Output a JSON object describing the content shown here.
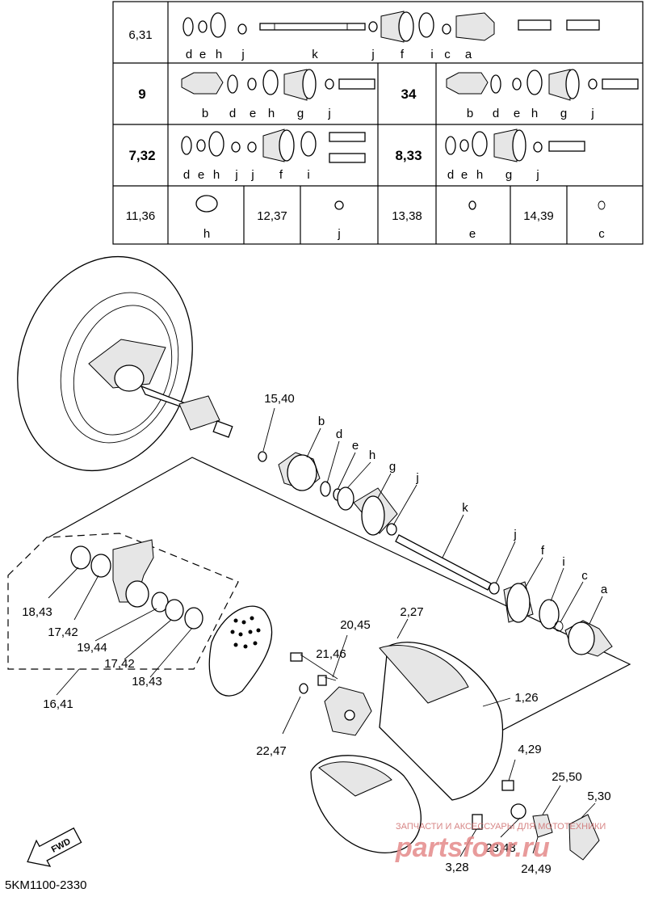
{
  "kit_table": {
    "rows": [
      {
        "id": "6,31",
        "letters": [
          "d",
          "e",
          "h",
          "j",
          "k",
          "j",
          "f",
          "i",
          "c",
          "a"
        ]
      },
      {
        "id": "9",
        "letters": [
          "b",
          "d",
          "e",
          "h",
          "g",
          "j"
        ]
      },
      {
        "id": "34",
        "letters": [
          "b",
          "d",
          "e",
          "h",
          "g",
          "j"
        ]
      },
      {
        "id": "7,32",
        "letters": [
          "d",
          "e",
          "h",
          "j",
          "j",
          "f",
          "i"
        ]
      },
      {
        "id": "8,33",
        "letters": [
          "d",
          "e",
          "h",
          "g",
          "j"
        ]
      },
      {
        "id": "11,36",
        "letters": [
          "h"
        ]
      },
      {
        "id": "12,37",
        "letters": [
          "j"
        ]
      },
      {
        "id": "13,38",
        "letters": [
          "e"
        ]
      },
      {
        "id": "14,39",
        "letters": [
          "c"
        ]
      }
    ]
  },
  "callouts": {
    "c15_40": "15,40",
    "b": "b",
    "d": "d",
    "e": "e",
    "h": "h",
    "g": "g",
    "j": "j",
    "k": "k",
    "j2": "j",
    "f": "f",
    "i": "i",
    "c": "c",
    "a": "a",
    "c18_43a": "18,43",
    "c17_42a": "17,42",
    "c19_44": "19,44",
    "c17_42b": "17,42",
    "c18_43b": "18,43",
    "c16_41": "16,41",
    "c20_45": "20,45",
    "c21_46": "21,46",
    "c2_27": "2,27",
    "c1_26": "1,26",
    "c22_47": "22,47",
    "c4_29": "4,29",
    "c25_50": "25,50",
    "c5_30": "5,30",
    "c23_48": "23,48",
    "c24_49": "24,49",
    "c3_28": "3,28"
  },
  "fwd_label": "FWD",
  "diagram_code": "5KM1100-2330",
  "watermark": {
    "line1": "ЗАПЧАСТИ И АКСЕССУАРЫ ДЛЯ МОТОТЕХНИКИ",
    "line2": "partsfoor.ru"
  }
}
